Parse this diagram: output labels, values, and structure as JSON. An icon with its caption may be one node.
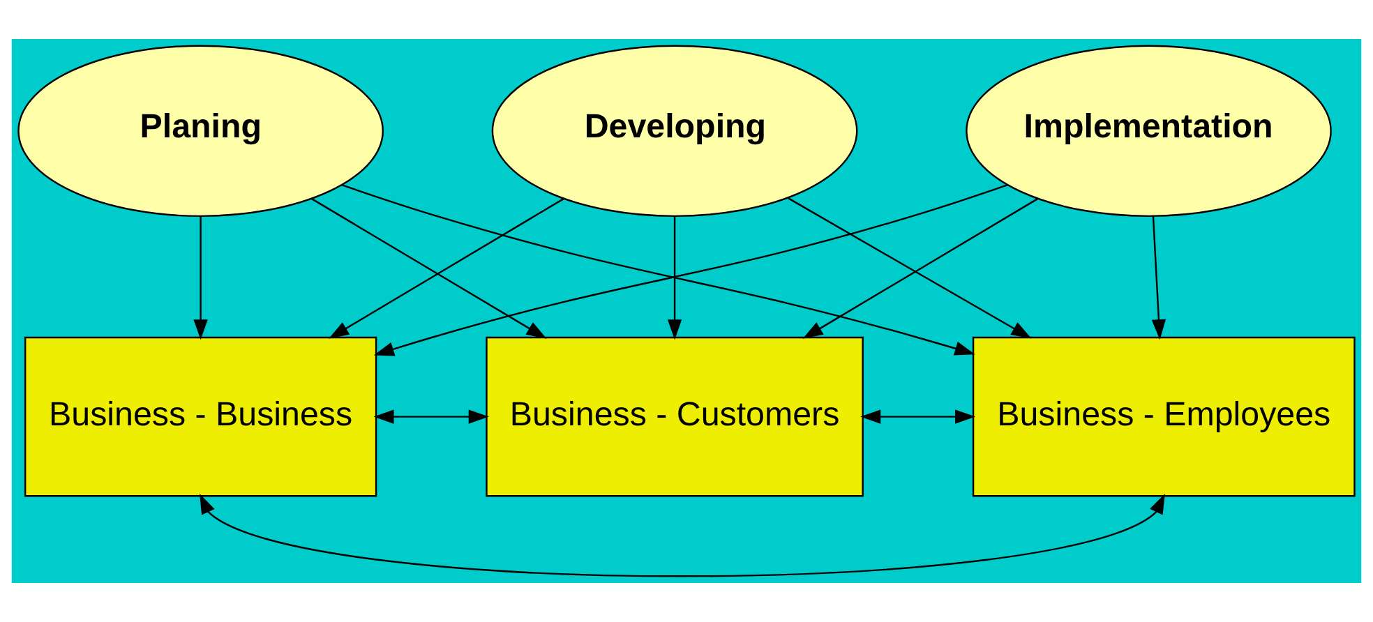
{
  "diagram": {
    "nodes": [
      {
        "text": [
          "Planing"
        ]
      },
      {
        "text": [
          "Developing"
        ]
      },
      {
        "text": [
          "Implementation"
        ]
      },
      {
        "text": [
          "Business - Business"
        ]
      },
      {
        "text": [
          "Business - Customers"
        ]
      },
      {
        "text": [
          "Business - Employees"
        ]
      }
    ],
    "edges": [
      {
        "from": 0,
        "to": 3,
        "arrow": "to"
      },
      {
        "from": 0,
        "to": 4,
        "arrow": "to"
      },
      {
        "from": 0,
        "to": 5,
        "arrow": "to"
      },
      {
        "from": 1,
        "to": 3,
        "arrow": "to"
      },
      {
        "from": 1,
        "to": 4,
        "arrow": "to"
      },
      {
        "from": 1,
        "to": 5,
        "arrow": "to"
      },
      {
        "from": 2,
        "to": 3,
        "arrow": "to"
      },
      {
        "from": 2,
        "to": 4,
        "arrow": "to"
      },
      {
        "from": 2,
        "to": 5,
        "arrow": "to"
      },
      {
        "from": 3,
        "to": 4,
        "arrow": "both"
      },
      {
        "from": 4,
        "to": 5,
        "arrow": "both"
      },
      {
        "from": 3,
        "to": 5,
        "arrow": "both"
      }
    ]
  }
}
